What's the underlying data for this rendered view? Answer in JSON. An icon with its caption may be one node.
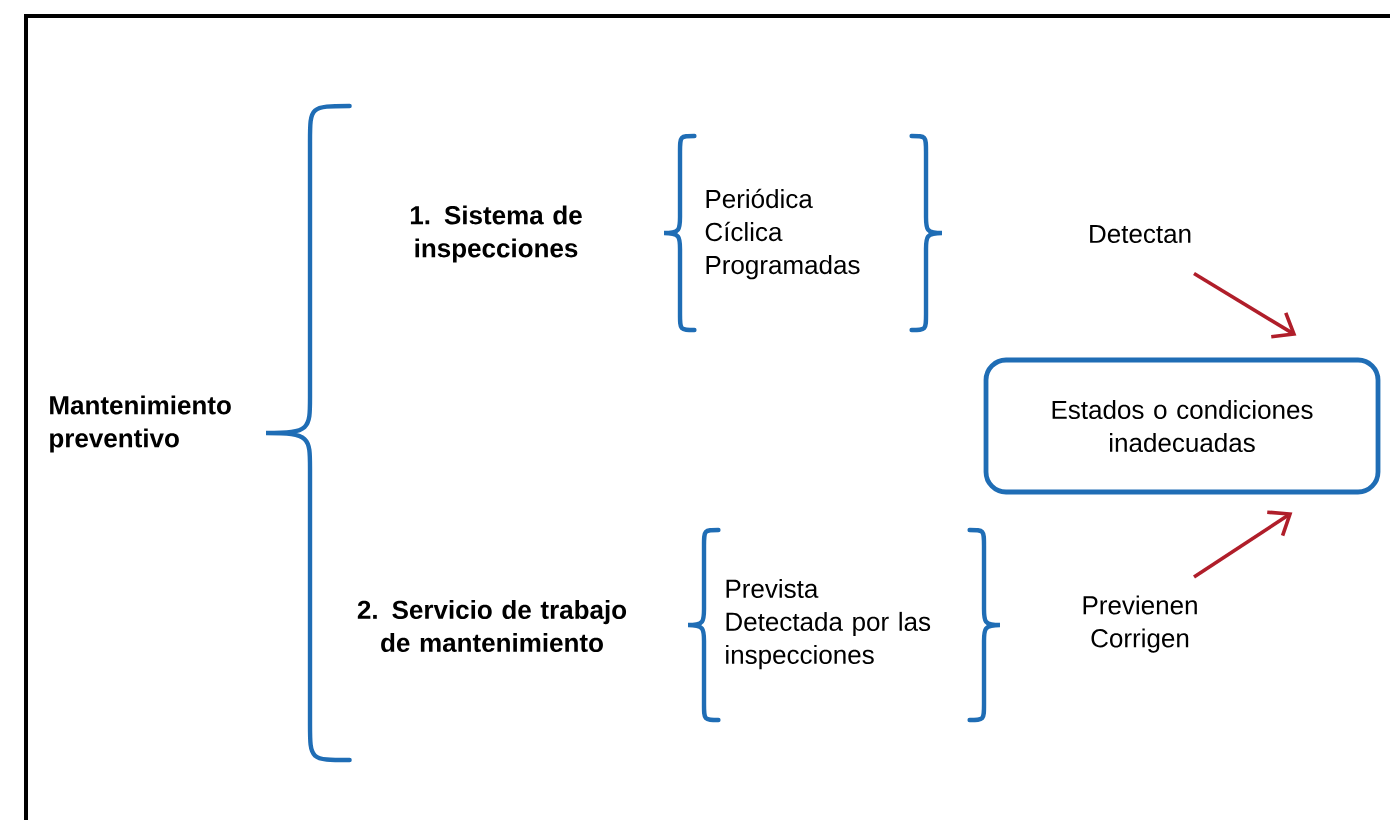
{
  "diagram": {
    "nodes": [
      {
        "text": [
          "Mantenimiento preventivo"
        ]
      },
      {
        "text": [
          "1. Sistema de inspecciones"
        ]
      },
      {
        "text": [
          "Periódica",
          "Cíclica",
          "Programadas"
        ]
      },
      {
        "text": [
          "Detectan"
        ]
      },
      {
        "text": [
          "Estados o condiciones inadecuadas"
        ]
      },
      {
        "text": [
          "2. Servicio de trabajo de mantenimiento"
        ]
      },
      {
        "text": [
          "Prevista",
          "Detectada por las inspecciones"
        ]
      },
      {
        "text": [
          "Previenen",
          "Corrigen"
        ]
      }
    ],
    "edges": [
      {
        "from": 3,
        "to": 4,
        "arrow": "to"
      },
      {
        "from": 7,
        "to": 4,
        "arrow": "to"
      }
    ]
  }
}
